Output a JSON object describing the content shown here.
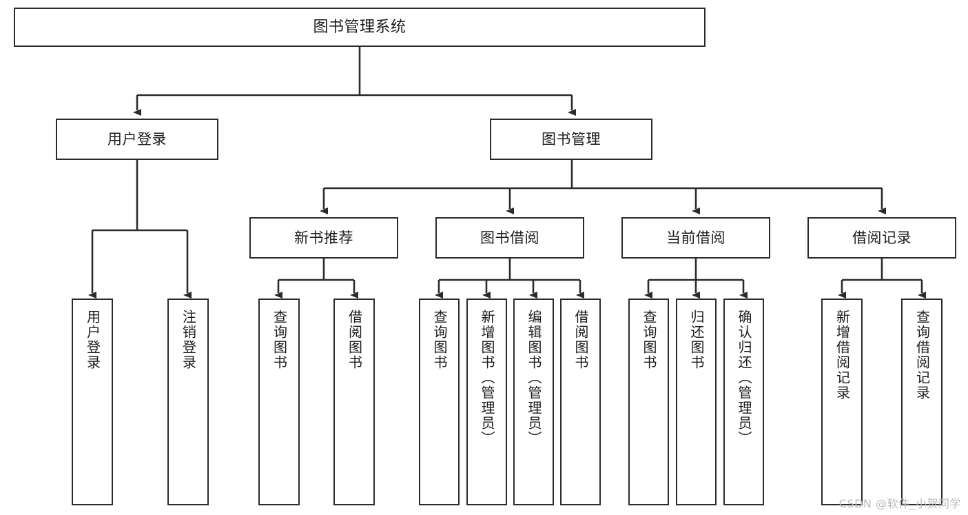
{
  "diagram": {
    "title": "图书管理系统",
    "type": "tree-hierarchy",
    "colors": {
      "box_border": "#2b2b2b",
      "box_fill": "#ffffff",
      "connector": "#2b2b2b",
      "page_background": "#ffffff",
      "watermark": "#b9b9b9"
    },
    "root": {
      "label": "图书管理系统"
    },
    "level2": [
      {
        "label": "用户登录"
      },
      {
        "label": "图书管理"
      }
    ],
    "level3": [
      {
        "label": "新书推荐"
      },
      {
        "label": "图书借阅"
      },
      {
        "label": "当前借阅"
      },
      {
        "label": "借阅记录"
      }
    ],
    "leaves": {
      "user_login": [
        {
          "label": "用户登录"
        },
        {
          "label": "注销登录"
        }
      ],
      "new_book_recommend": [
        {
          "label": "查询图书"
        },
        {
          "label": "借阅图书"
        }
      ],
      "book_borrow": [
        {
          "label": "查询图书"
        },
        {
          "label": "新增图书（管理员）"
        },
        {
          "label": "编辑图书（管理员）"
        },
        {
          "label": "借阅图书"
        }
      ],
      "current_borrow": [
        {
          "label": "查询图书"
        },
        {
          "label": "归还图书"
        },
        {
          "label": "确认归还（管理员）"
        }
      ],
      "borrow_records": [
        {
          "label": "新增借阅记录"
        },
        {
          "label": "查询借阅记录"
        }
      ]
    }
  },
  "watermark": {
    "text": "CSDN @软件_小贺同学"
  }
}
